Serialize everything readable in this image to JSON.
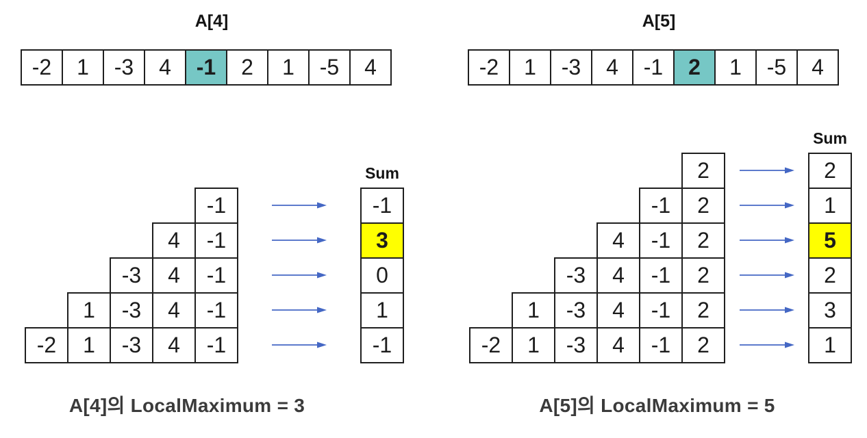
{
  "colors": {
    "highlight_teal": "#76C7C5",
    "highlight_yellow": "#FFFF00",
    "arrow_blue": "#4467C4",
    "cell_border": "#1f1f1f",
    "number_text": "#1c1c1c",
    "caption_text": "#3b3b3b"
  },
  "panels": [
    {
      "title": "A[4]",
      "array": {
        "values": [
          "-2",
          "1",
          "-3",
          "4",
          "-1",
          "2",
          "1",
          "-5",
          "4"
        ],
        "highlight_index": 4
      },
      "sum_header": "Sum",
      "rows": [
        {
          "cells": [
            "-1"
          ],
          "sum": "-1",
          "sum_highlight": false
        },
        {
          "cells": [
            "4",
            "-1"
          ],
          "sum": "3",
          "sum_highlight": true
        },
        {
          "cells": [
            "-3",
            "4",
            "-1"
          ],
          "sum": "0",
          "sum_highlight": false
        },
        {
          "cells": [
            "1",
            "-3",
            "4",
            "-1"
          ],
          "sum": "1",
          "sum_highlight": false
        },
        {
          "cells": [
            "-2",
            "1",
            "-3",
            "4",
            "-1"
          ],
          "sum": "-1",
          "sum_highlight": false
        }
      ],
      "caption": "A[4]의 LocalMaximum = 3"
    },
    {
      "title": "A[5]",
      "array": {
        "values": [
          "-2",
          "1",
          "-3",
          "4",
          "-1",
          "2",
          "1",
          "-5",
          "4"
        ],
        "highlight_index": 5
      },
      "sum_header": "Sum",
      "rows": [
        {
          "cells": [
            "2"
          ],
          "sum": "2",
          "sum_highlight": false
        },
        {
          "cells": [
            "-1",
            "2"
          ],
          "sum": "1",
          "sum_highlight": false
        },
        {
          "cells": [
            "4",
            "-1",
            "2"
          ],
          "sum": "5",
          "sum_highlight": true
        },
        {
          "cells": [
            "-3",
            "4",
            "-1",
            "2"
          ],
          "sum": "2",
          "sum_highlight": false
        },
        {
          "cells": [
            "1",
            "-3",
            "4",
            "-1",
            "2"
          ],
          "sum": "3",
          "sum_highlight": false
        },
        {
          "cells": [
            "-2",
            "1",
            "-3",
            "4",
            "-1",
            "2"
          ],
          "sum": "1",
          "sum_highlight": false
        }
      ],
      "caption": "A[5]의 LocalMaximum = 5"
    }
  ]
}
